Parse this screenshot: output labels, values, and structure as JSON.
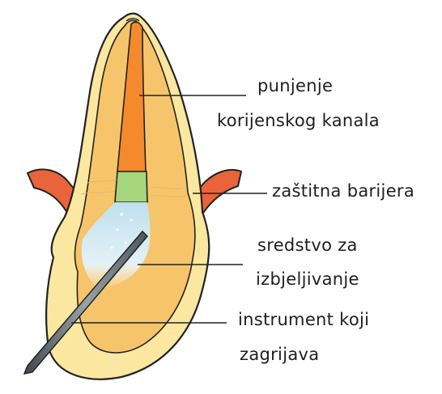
{
  "labels": {
    "canal_filling_line1": "punjenje",
    "canal_filling_line2": "korijenskog kanala",
    "protective_barrier": "zaštitna barijera",
    "whitening_agent_line1": "sredstvo za",
    "whitening_agent_line2": "izbjeljivanje",
    "heating_instrument_line1": "instrument koji",
    "heating_instrument_line2": "zagrijava"
  },
  "colors": {
    "enamel": "#fbe7a0",
    "dentin": "#f6c56b",
    "canal_filling": "#f48a2c",
    "barrier": "#a5d67b",
    "whitening_agent": "#cfe8f2",
    "gum": "#e9643a",
    "instrument": "#5f6b73",
    "outline": "#222222"
  }
}
